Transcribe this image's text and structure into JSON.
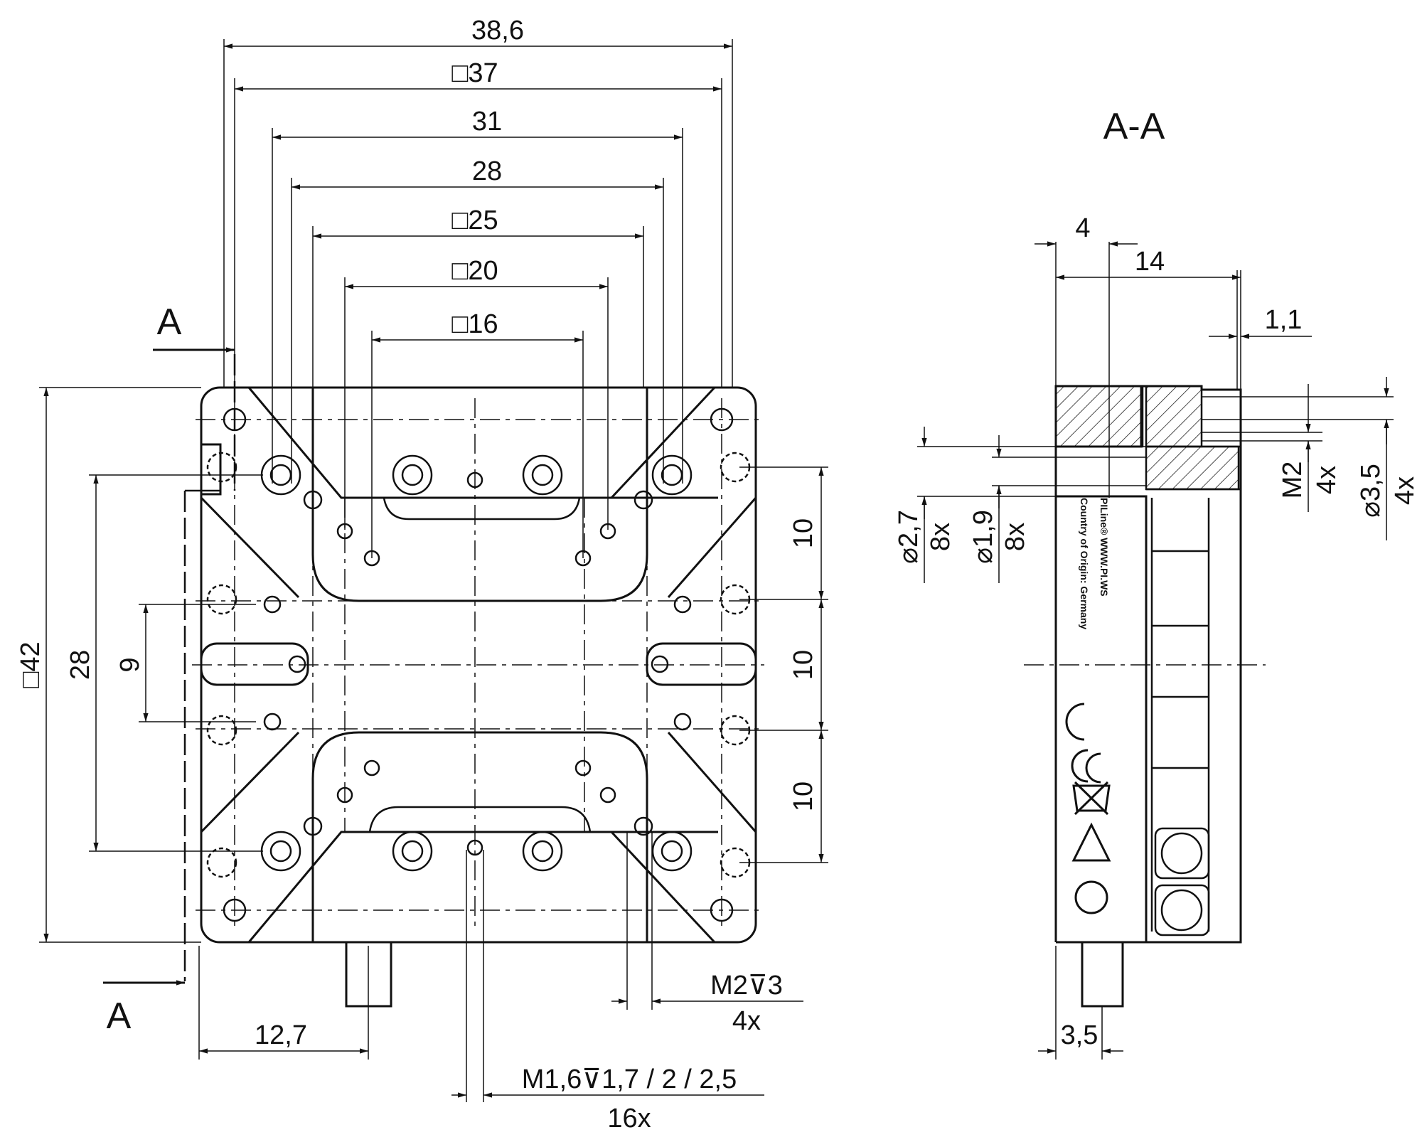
{
  "colors": {
    "line": "#111111",
    "background": "#ffffff"
  },
  "front_view": {
    "dims_top": {
      "overall": "38,6",
      "sq37": "□37",
      "d31": "31",
      "d28": "28",
      "sq25": "□25",
      "sq20": "□20",
      "sq16": "□16"
    },
    "dims_left": {
      "sq42": "□42",
      "d28": "28",
      "d9": "9"
    },
    "dims_right": {
      "d10_top": "10",
      "d10_mid": "10",
      "d10_bot": "10"
    },
    "dims_bottom": {
      "d12_7": "12,7",
      "m2_thread": "M2⊽3",
      "m2_count": "4x",
      "m16_thread": "M1,6⊽1,7 / 2 / 2,5",
      "m16_count": "16x"
    },
    "section_mark_top": "A",
    "section_mark_bottom": "A"
  },
  "section_view": {
    "title": "A-A",
    "d4": "4",
    "d14": "14",
    "d1_1": "1,1",
    "d3_5": "3,5",
    "phi27": "⌀2,7",
    "phi27_count": "8x",
    "phi19": "⌀1,9",
    "phi19_count": "8x",
    "m2": "M2",
    "m2_count": "4x",
    "phi35": "⌀3,5",
    "phi35_count": "4x",
    "label_brand": "PILine® WWW.PI.WS",
    "label_origin": "Country of Origin: Germany"
  }
}
